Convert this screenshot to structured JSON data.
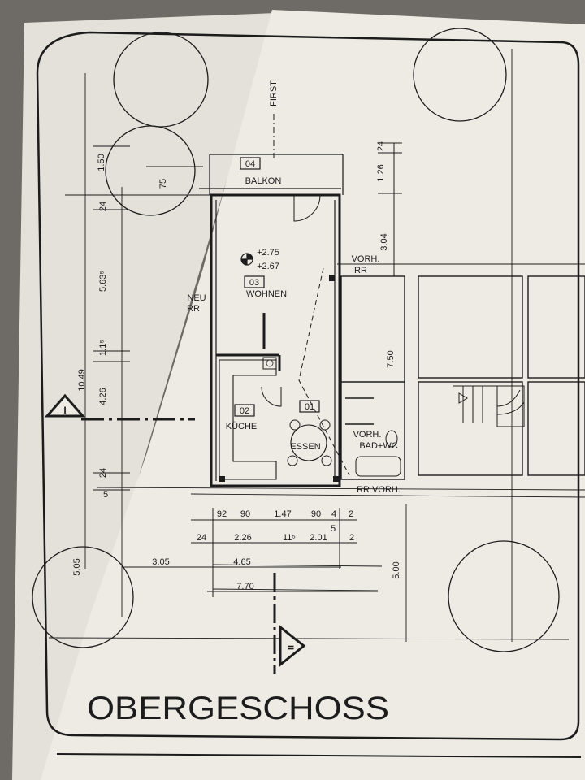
{
  "title": "OBERGESCHOSS",
  "section_marks": {
    "left": "I",
    "bottom": "II"
  },
  "colors": {
    "background": "#6e6a66",
    "paper_left": "#e6e3dc",
    "paper_right": "#efede7",
    "ink": "#1c1c1c"
  },
  "rooms": {
    "balkon": {
      "number": "04",
      "name": "BALKON"
    },
    "wohnen": {
      "number": "03",
      "name": "WOHNEN"
    },
    "kueche": {
      "number": "02",
      "name": "KÜCHE"
    },
    "essen": {
      "number": "01",
      "name": "ESSEN"
    },
    "bad": {
      "name": "BAD+WC"
    }
  },
  "annotations": {
    "first": "FIRST",
    "neu_rr_1": "NEU",
    "neu_rr_2": "RR",
    "vorh_rr_top_1": "VORH.",
    "vorh_rr_top_2": "RR",
    "vorh_bath": "VORH.",
    "rr_vorh_bottom": "RR VORH.",
    "level_1": "+2.75",
    "level_2": "+2.67"
  },
  "dimensions": {
    "left_1_50": "1.50",
    "left_75": "75",
    "left_24_top": "24",
    "left_5_63": "5.63⁵",
    "left_1_15": "1.1⁵",
    "left_4_26": "4.26",
    "left_10_49": "10.49",
    "left_24_bottom": "24",
    "left_5": "5",
    "right_24": "24",
    "right_1_26": "1.26",
    "right_3_04": "3.04",
    "right_7_50": "7.50",
    "right_5_00": "5.00",
    "row1": [
      "92",
      "90",
      "1.47",
      "90",
      "4",
      "2"
    ],
    "row2": [
      "24",
      "2.26",
      "11⁵",
      "2.01",
      "5",
      "2"
    ],
    "row3_4_65": "4.65",
    "row3_3_05": "3.05",
    "row4_7_70": "7.70",
    "left_5_05": "5.05"
  }
}
